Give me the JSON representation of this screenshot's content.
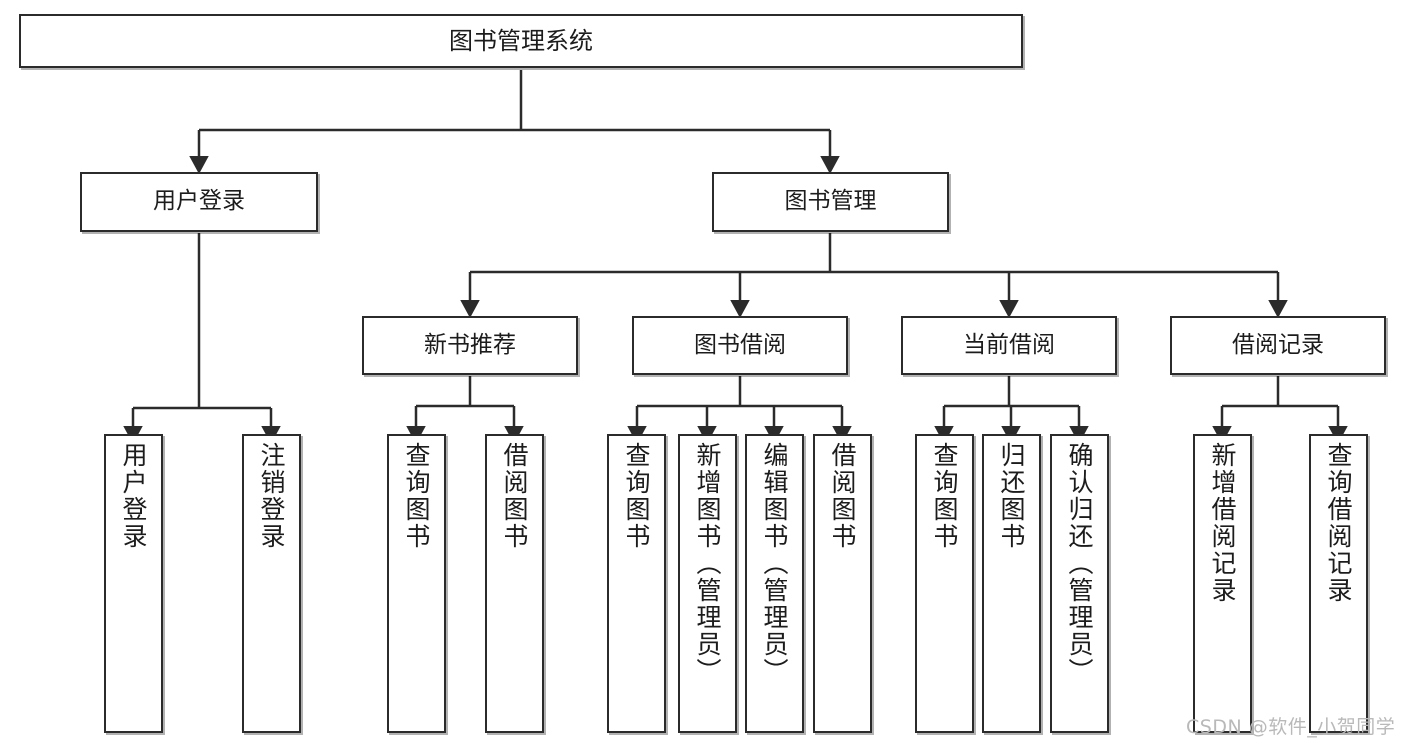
{
  "diagram": {
    "type": "tree",
    "title": "图书管理系统",
    "watermark": "CSDN @软件_小贺同学",
    "colors": {
      "box_border": "#2b2b2b",
      "box_fill": "#ffffff",
      "connector": "#2b2b2b",
      "text": "#1c1c1c",
      "watermark": "#b9b9b9"
    },
    "nodes": {
      "root": "图书管理系统",
      "level2": [
        "用户登录",
        "图书管理"
      ],
      "level3": [
        "新书推荐",
        "图书借阅",
        "当前借阅",
        "借阅记录"
      ],
      "leaves_user_login": [
        "用户登录",
        "注销登录"
      ],
      "leaves_new_book": [
        "查询图书",
        "借阅图书"
      ],
      "leaves_borrow": [
        "查询图书",
        "新增图书（管理员）",
        "编辑图书（管理员）",
        "借阅图书"
      ],
      "leaves_current": [
        "查询图书",
        "归还图书",
        "确认归还（管理员）"
      ],
      "leaves_records": [
        "新增借阅记录",
        "查询借阅记录"
      ]
    }
  }
}
